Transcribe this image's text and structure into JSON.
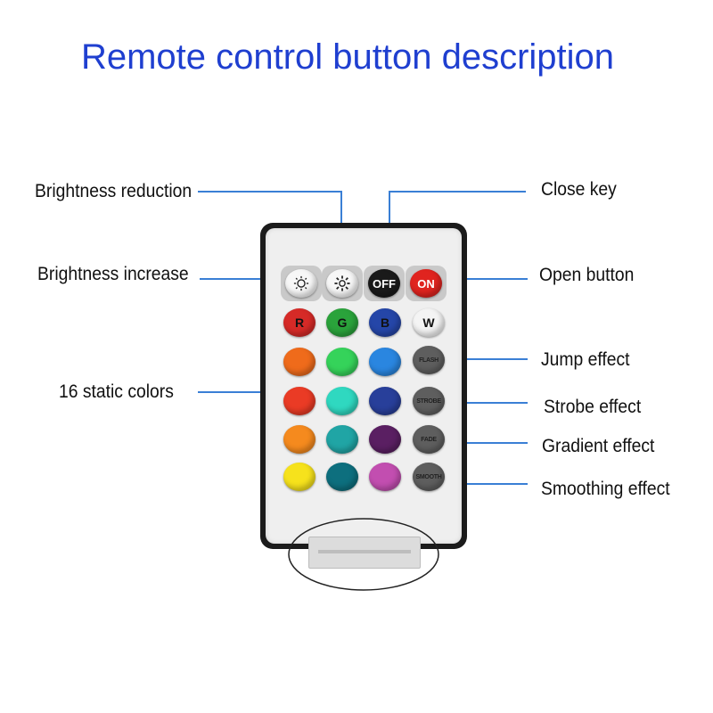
{
  "title": "Remote control button description",
  "labels": {
    "brightness_reduction": "Brightness reduction",
    "brightness_increase": "Brightness increase",
    "static_colors": "16 static colors",
    "close_key": "Close key",
    "open_button": "Open button",
    "jump_effect": "Jump effect",
    "strobe_effect": "Strobe effect",
    "gradient_effect": "Gradient effect",
    "smoothing_effect": "Smoothing effect"
  },
  "buttons": {
    "off": "OFF",
    "on": "ON",
    "r": "R",
    "g": "G",
    "b": "B",
    "w": "W",
    "flash": "FLASH",
    "strobe": "STROBE",
    "fade": "FADE",
    "smooth": "SMOOTH"
  },
  "colors": {
    "title": "#1f3fd0",
    "pointer_line": "#3a7fd5",
    "off_button": "#1a1a1a",
    "on_button": "#e0241f",
    "r": "#d62a27",
    "g": "#2aa33b",
    "b": "#2546a8",
    "w": "#f2f2f2",
    "row2": [
      "#ef6b1b",
      "#35d35a",
      "#2a86e0"
    ],
    "row3": [
      "#ea3b25",
      "#2fd8c0",
      "#283f9a"
    ],
    "row4": [
      "#f58a1e",
      "#20a5a5",
      "#5a1f62"
    ],
    "row5": [
      "#f6e21c",
      "#0d6f7e",
      "#c24eb0"
    ],
    "effect_button": "#5e5e5e"
  }
}
